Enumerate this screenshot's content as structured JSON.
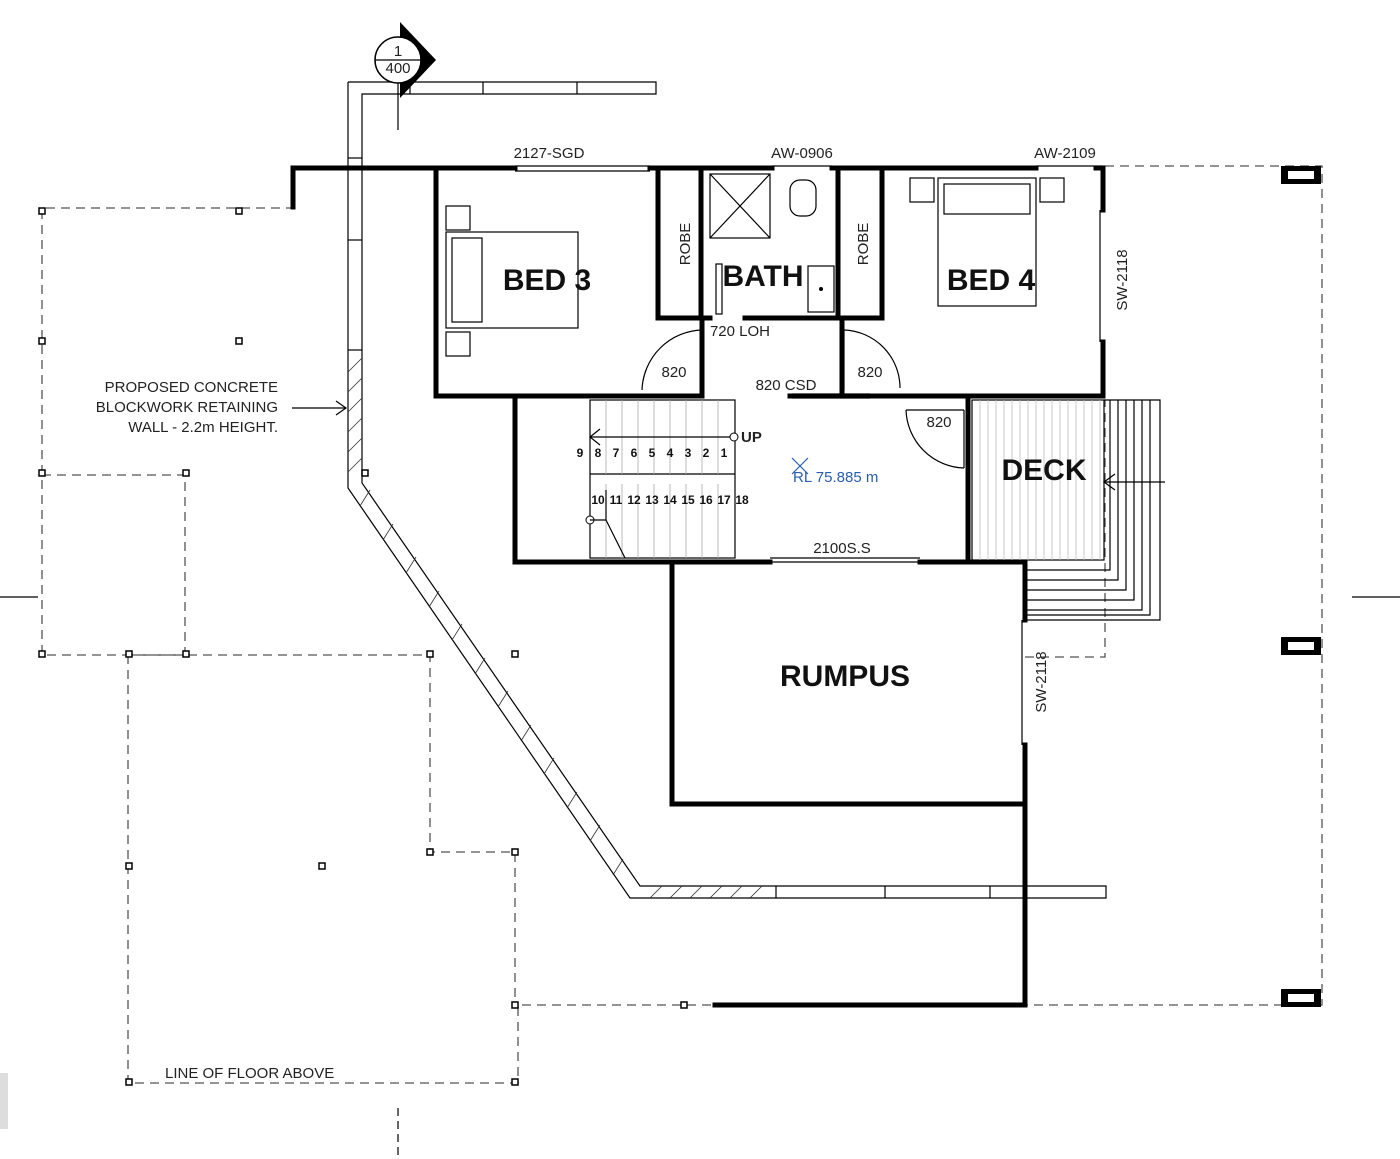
{
  "section_marker": {
    "number": "1",
    "sheet": "400"
  },
  "rooms": {
    "bed3": "BED 3",
    "bath": "BATH",
    "bed4": "BED 4",
    "robe_left": "ROBE",
    "robe_right": "ROBE",
    "deck": "DECK",
    "rumpus": "RUMPUS"
  },
  "windows": {
    "top_left": "2127-SGD",
    "top_mid": "AW-0906",
    "top_right": "AW-2109",
    "side_bed4": "SW-2118",
    "side_rumpus": "SW-2118"
  },
  "doors": {
    "bath_door": "720 LOH",
    "bed3_door": "820",
    "bed4_door": "820",
    "cavity_door": "820 CSD",
    "deck_door": "820",
    "opening": "2100S.S"
  },
  "stairs": {
    "up_label": "UP",
    "upper_flight": [
      "9",
      "8",
      "7",
      "6",
      "5",
      "4",
      "3",
      "2",
      "1"
    ],
    "lower_flight": [
      "10",
      "11",
      "12",
      "13",
      "14",
      "15",
      "16",
      "17",
      "18"
    ]
  },
  "level": "RL 75.885 m",
  "notes": {
    "retaining_wall": [
      "PROPOSED CONCRETE",
      "BLOCKWORK RETAINING",
      "WALL - 2.2m HEIGHT."
    ],
    "floor_above": "LINE OF FLOOR ABOVE"
  }
}
